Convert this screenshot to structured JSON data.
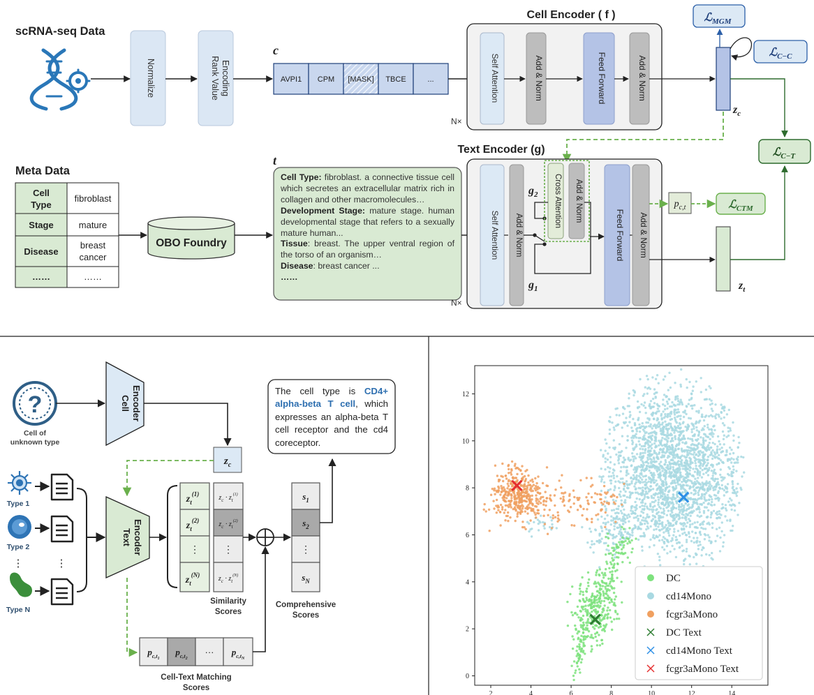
{
  "top": {
    "scrna_title": "scRNA-seq Data",
    "normalize": "Normalize",
    "rank_value_encoding": [
      "Rank Value",
      "Encoding"
    ],
    "c_symbol": "c",
    "c_tokens": [
      "AVPI1",
      "CPM",
      "[MASK]",
      "TBCE",
      "..."
    ],
    "cell_encoder_title": "Cell Encoder ( f )",
    "self_attention": "Self Attention",
    "add_norm": "Add & Norm",
    "feed_forward": "Feed Forward",
    "nx": "N×",
    "zc": "z",
    "zc_sub": "c",
    "loss_mgm": "MGM",
    "loss_cc": "C−C",
    "loss_ct": "C−T",
    "loss_ctm": "CTM",
    "text_encoder_title": "Text Encoder (g)",
    "cross_attention": "Cross Attention",
    "g1": "g",
    "g1_sub": "1",
    "g2": "g",
    "g2_sub": "2",
    "pct": "p",
    "pct_sub": "c,t",
    "zt": "z",
    "zt_sub": "t",
    "t_symbol": "t",
    "meta_title": "Meta Data",
    "meta_rows": [
      {
        "key": "Cell Type",
        "value": "fibroblast"
      },
      {
        "key": "Stage",
        "value": "mature"
      },
      {
        "key": "Disease",
        "value": "breast cancer"
      },
      {
        "key": "……",
        "value": "……"
      }
    ],
    "obo": "OBO Foundry",
    "meta_text": {
      "cell_type_key": "Cell Type:",
      "cell_type_val": " fibroblast. a connective tissue cell which secretes an extracellular matrix rich in collagen and other macromolecules…",
      "stage_key": "Development Stage:",
      "stage_val": " mature stage. human developmental stage that refers to a sexually mature human...",
      "tissue_key": "Tissue",
      "tissue_val": ": breast. The upper ventral region of the torso of an organism…",
      "disease_key": "Disease",
      "disease_val": ": breast cancer ...",
      "ellipsis": "……"
    }
  },
  "bottom_left": {
    "cell_encoder": [
      "Cell",
      "Encoder"
    ],
    "text_encoder": [
      "Text",
      "Encoder"
    ],
    "unknown_cell": [
      "Cell of",
      "unknown type"
    ],
    "types": [
      "Type 1",
      "Type 2",
      "Type N"
    ],
    "vdots": "⋮",
    "zc": "z",
    "zc_sub": "c",
    "zt_rows": [
      "(1)",
      "(2)",
      "⋮",
      "(N)"
    ],
    "sim_rows": [
      "(1)",
      "(2)",
      "⋮",
      "(N)"
    ],
    "s_rows": [
      "1",
      "2",
      "⋮",
      "N"
    ],
    "similarity_label": [
      "Similarity",
      "Scores"
    ],
    "comprehensive_label": [
      "Comprehensive",
      "Scores"
    ],
    "matching_label": [
      "Cell-Text Matching",
      "Scores"
    ],
    "p_cells": [
      "1",
      "2",
      "···",
      "N"
    ],
    "answer_pre": "The cell type is ",
    "answer_highlight": "CD4+ alpha-beta T cell",
    "answer_post": ", which expresses an alpha-beta T cell receptor and the cd4 coreceptor."
  },
  "chart_data": {
    "type": "scatter",
    "xlim": [
      1.2,
      15.8
    ],
    "ylim": [
      -0.4,
      13.2
    ],
    "xticks": [
      2,
      4,
      6,
      8,
      10,
      12,
      14
    ],
    "yticks": [
      0,
      2,
      4,
      6,
      8,
      10,
      12
    ],
    "legend_position": "bottom-right",
    "series": [
      {
        "name": "DC",
        "marker": "dot",
        "color": "#7ee27e",
        "center": [
          7.3,
          3.0
        ],
        "approx_points": 450
      },
      {
        "name": "cd14Mono",
        "marker": "dot",
        "color": "#a9d9e2",
        "center": [
          11.0,
          8.5
        ],
        "approx_points": 2500
      },
      {
        "name": "fcgr3aMono",
        "marker": "dot",
        "color": "#f0a060",
        "center": [
          3.5,
          7.7
        ],
        "approx_points": 500
      },
      {
        "name": "DC Text",
        "marker": "x",
        "color": "#2e7d32",
        "points": [
          [
            7.2,
            2.4
          ]
        ]
      },
      {
        "name": "cd14Mono Text",
        "marker": "x",
        "color": "#2e90e6",
        "points": [
          [
            11.6,
            7.6
          ]
        ]
      },
      {
        "name": "fcgr3aMono Text",
        "marker": "x",
        "color": "#e53030",
        "points": [
          [
            3.3,
            8.1
          ]
        ]
      }
    ]
  }
}
